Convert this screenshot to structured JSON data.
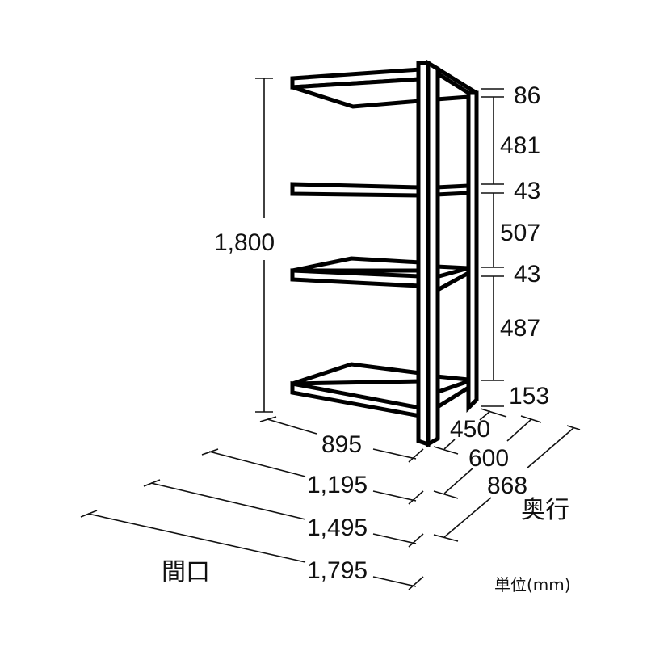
{
  "diagram": {
    "title": "Shelf unit dimension drawing",
    "stroke_color": "#000000",
    "background": "#ffffff",
    "height_total": "1,800",
    "vertical_pitch": [
      {
        "label": "86"
      },
      {
        "label": "481"
      },
      {
        "label": "43"
      },
      {
        "label": "507"
      },
      {
        "label": "43"
      },
      {
        "label": "487"
      },
      {
        "label": "153"
      }
    ],
    "width_options": [
      "895",
      "1,195",
      "1,495",
      "1,795"
    ],
    "depth_options": [
      "450",
      "600",
      "868"
    ],
    "width_label": "間口",
    "depth_label": "奥行",
    "unit_label": "単位(mm)",
    "shelf_count": 4
  }
}
